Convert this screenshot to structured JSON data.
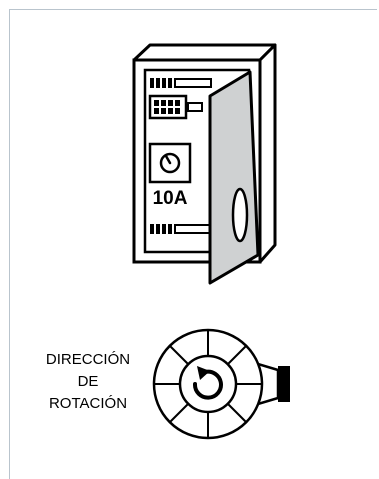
{
  "panel": {
    "amperage_label": "10A"
  },
  "rotation_legend": {
    "line1": "DIRECCIÓN",
    "line2": "DE",
    "line3": "ROTACIÓN"
  }
}
